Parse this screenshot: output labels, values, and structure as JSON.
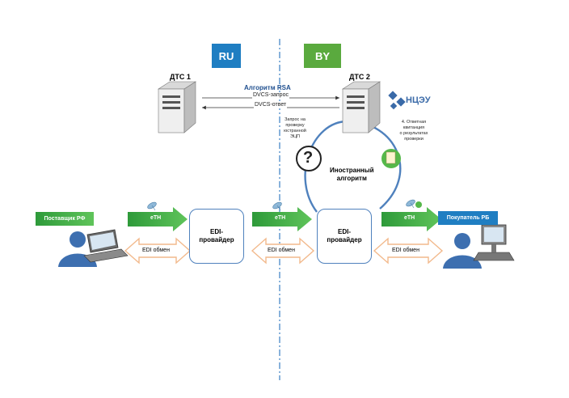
{
  "countries": {
    "left": "RU",
    "right": "BY"
  },
  "dts": {
    "left": "ДТС 1",
    "right": "ДТС 2"
  },
  "algorithm": "Алгоритм RSA",
  "dvcs_request": "DVCS-запрос",
  "dvcs_response": "DVCS-ответ",
  "ncz_logo": "НЦЭУ",
  "verification_request": [
    "Запрос на",
    "проверку",
    "юстранной",
    "ЭЦП"
  ],
  "answer_receipt": [
    "4. Ответная",
    "квитанция",
    "о результатах",
    "проверки"
  ],
  "foreign_algorithm": [
    "Иностранный",
    "алгоритм"
  ],
  "question_mark": "?",
  "supplier": "Поставщик РФ",
  "buyer": "Покупатель РБ",
  "eth": "eTH",
  "edi_provider": [
    "EDI-",
    "провайдер"
  ],
  "edi_exchange": "EDI обмен",
  "colors": {
    "blue": "#1f7ec2",
    "green": "#36a13b",
    "orange": "#f2b98c",
    "box_border": "#4f81bd"
  }
}
